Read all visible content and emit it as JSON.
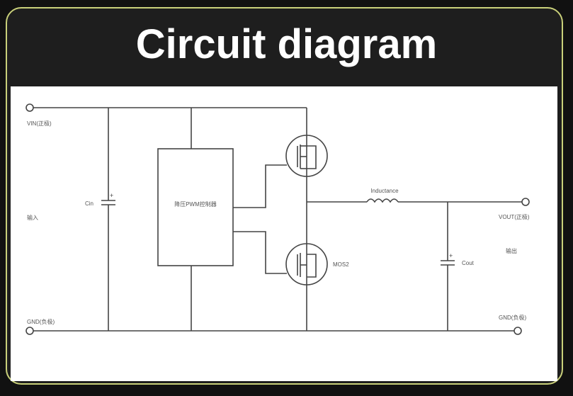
{
  "title": "Circuit diagram",
  "labels": {
    "vin": "VIN(正极)",
    "input": "输入",
    "gnd_left": "GND(负极)",
    "cin": "Cin",
    "controller": "降压PWM控制器",
    "inductance": "Inductance",
    "vout": "VOUT(正极)",
    "output": "输出",
    "cout": "Cout",
    "mos2": "MOS2",
    "gnd_right": "GND(负极)"
  },
  "colors": {
    "border": "#c9d07a",
    "header": "#1e1e1e",
    "wire": "#444444"
  }
}
